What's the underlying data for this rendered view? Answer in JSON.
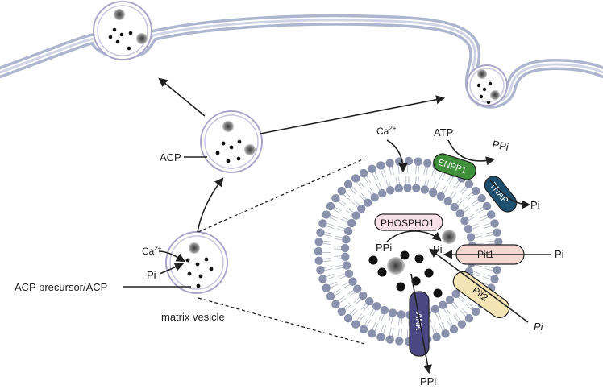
{
  "labels": {
    "acp": "ACP",
    "acp_precursor": "ACP precursor/ACP",
    "matrix_vesicle": "matrix vesicle",
    "ca_base": "Ca",
    "ca_sup": "2+",
    "pi_entry": "Pi",
    "atp": "ATP",
    "ppi_enpp1": "PPi",
    "pi_tnap": "Pi",
    "ppi_inner": "PPi",
    "pi_inner": "Pi",
    "pi_pit1": "Pi",
    "pi_pit2": "Pi",
    "ppi_ank": "PPi"
  },
  "proteins": {
    "enpp1": "ENPP1",
    "tnap": "TNAP",
    "phospho1": "PHOSPHO1",
    "pit1": "Pit1",
    "pit2": "Pit2",
    "ank": "ANK"
  },
  "colors": {
    "enpp1": "#3f8f3a",
    "tnap": "#1f4f6e",
    "phospho1": "#f6dfe6",
    "pit1": "#f3d9d1",
    "pit2": "#f4e3b5",
    "ank": "#4a4782",
    "lipid_head": "#8a91ad",
    "membrane_outer": "#b9bccf",
    "vesicle_ring": "#a9a6c9"
  }
}
